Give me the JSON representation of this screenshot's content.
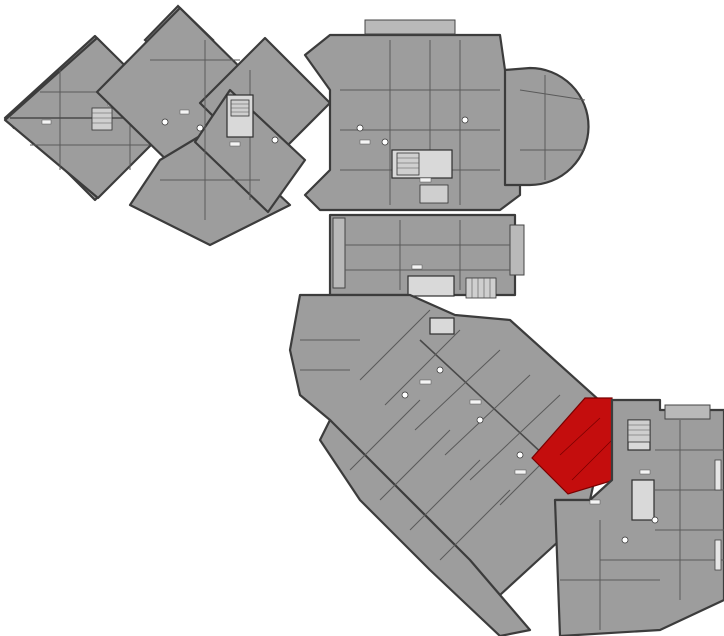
{
  "plan": {
    "kind": "floor-plan",
    "colors": {
      "unit_fill": "#9d9d9d",
      "wall": "#3c3c3c",
      "core": "#d9d9d9",
      "selected_unit": "#c40d0d",
      "background": "#ffffff"
    },
    "blocks": [
      "diamond-tower-left",
      "diamond-tower-right",
      "north-block",
      "north-rotunda",
      "middle-block",
      "diagonal-wing",
      "east-block"
    ],
    "selected_unit": {
      "state": "highlighted",
      "color": "#c40d0d"
    }
  }
}
